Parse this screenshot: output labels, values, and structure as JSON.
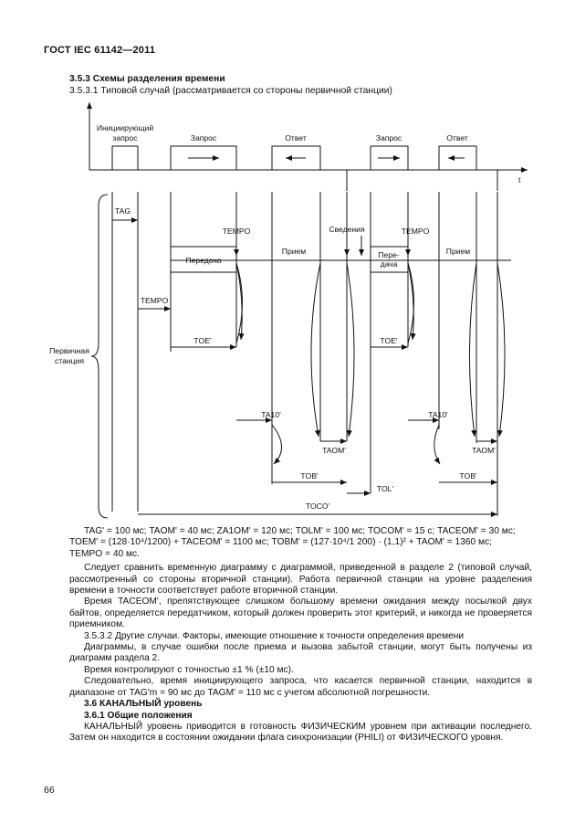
{
  "header": {
    "title": "ГОСТ IEC 61142—2011"
  },
  "section": {
    "heading": "3.5.3 Схемы разделения времени",
    "subheading": "3.5.3.1 Типовой случай (рассматривается со стороны первичной станции)"
  },
  "diagram": {
    "top_labels": {
      "init_line1": "Инициирующий",
      "init_line2": "запрос",
      "zapros1": "Запрос",
      "otvet1": "Ответ",
      "zapros2": "Запрос",
      "otvet2": "Ответ",
      "t": "t"
    },
    "labels": {
      "tag": "TAG",
      "tempo1": "TEMPO",
      "tempo2": "TEMPO",
      "tempo3": "TEMPO",
      "svedenie": "Сведения",
      "priem1": "Прием",
      "priem2": "Прием",
      "peredacha1": "Передача",
      "pere2_l1": "Пере-",
      "pere2_l2": "дача",
      "toe1": "TOE'",
      "toe2": "TOE'",
      "ta10_1": "TA10'",
      "ta10_2": "TA10'",
      "taom1": "TAOM'",
      "taom2": "TAOM'",
      "tob1": "TOB'",
      "tob2": "TOB'",
      "tol": "TOL'",
      "toco": "TOCO'",
      "station_l1": "Первичная",
      "station_l2": "станция"
    }
  },
  "body": {
    "formula_l1": "TAG' = 100 мс; TAOM' = 40 мс; ZA1OM' = 120 мс; TOLM' = 100 мс; TOCOM' = 15 с; TACEOM' = 30 мс;",
    "formula_l2": "TOEM' = (128·10⁴/1200) + TACEOM' = 1100 мс; TOBM' = (127·10⁴/1 200) · (1,1)² + TAOM' = 1360 мс;",
    "formula_l3": "TEMPO = 40 мс.",
    "p1": "Следует сравнить временную диаграмму с диаграммой, приведенной в разделе 2 (типовой случай, рассмотренный со стороны вторичной станции). Работа первичной станции на уровне разделения времени в точности соответствует работе вторичной станции.",
    "p2": "Время TACEOM', препятствующее слишком большому времени ожидания между посылкой двух байтов, определяется передатчиком, который должен проверить этот критерий, и никогда не проверяется приемником.",
    "p3": "3.5.3.2 Другие случаи. Факторы, имеющие отношение к точности определения времени",
    "p4": "Диаграммы, в случае ошибки после приема и вызова забытой станции, могут быть получены из диаграмм раздела 2.",
    "p5": "Время контролируют с точностью ±1 % (±10 мс).",
    "p6": "Следовательно, время инициирующего запроса, что касается первичной станции, находится в диапазоне от TAG'm = 90 мс до TAGM' = 110 мс с учетом абсолютной погрешности.",
    "h36": "3.6 КАНАЛЬНЫЙ уровень",
    "h361": "3.6.1 Общие положения",
    "p7": "КАНАЛЬНЫЙ уровень приводится в готовность ФИЗИЧЕСКИМ уровнем при активации последнего. Затем он находится в состоянии ожидании флага синхронизации (PHILI) от ФИЗИЧЕСКОГО уровня."
  },
  "footer": {
    "page_number": "66"
  }
}
